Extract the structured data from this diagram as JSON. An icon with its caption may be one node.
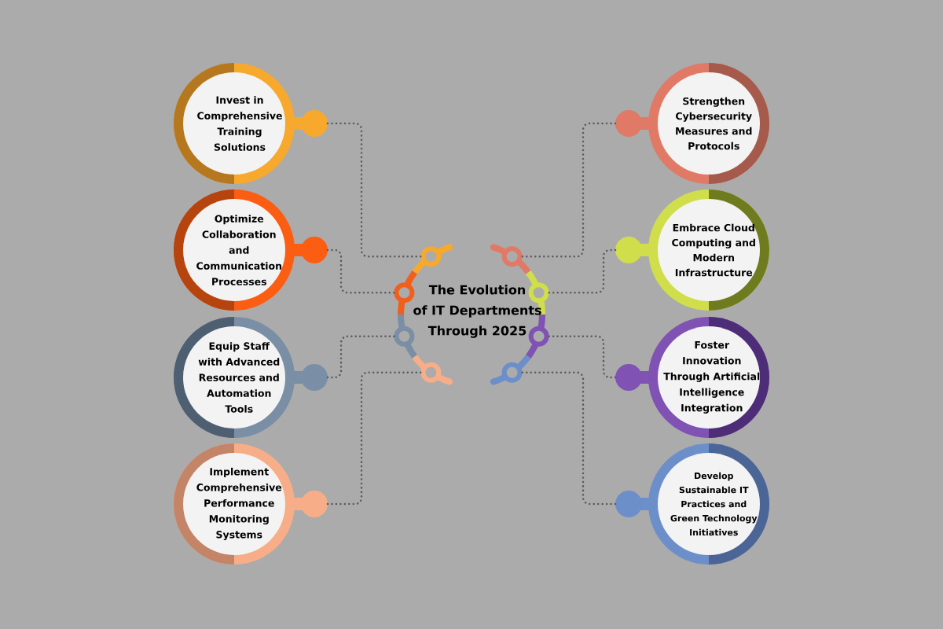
{
  "diagram": {
    "title": "The Evolution of IT Departments Through 2025",
    "nodes": [
      {
        "text": [
          "Invest in Comprehensive Training Solutions"
        ]
      },
      {
        "text": [
          "Optimize Collaboration and Communication Processes"
        ]
      },
      {
        "text": [
          "Equip Staff with Advanced Resources and Automation Tools"
        ]
      },
      {
        "text": [
          "Implement Comprehensive Performance Monitoring Systems"
        ]
      },
      {
        "text": [
          "Strengthen Cybersecurity Measures and Protocols"
        ]
      },
      {
        "text": [
          "Embrace Cloud Computing and Modern Infrastructure"
        ]
      },
      {
        "text": [
          "Foster Innovation Through Artificial Intelligence Integration"
        ]
      },
      {
        "text": [
          "Develop Sustainable IT Practices and Green Technology Initiatives"
        ]
      },
      {
        "text": [],
        "shape": "circle"
      },
      {
        "text": [],
        "shape": "circle"
      },
      {
        "text": [],
        "shape": "circle"
      },
      {
        "text": [],
        "shape": "circle"
      },
      {
        "text": [],
        "shape": "circle"
      },
      {
        "text": [],
        "shape": "circle"
      },
      {
        "text": [],
        "shape": "circle"
      },
      {
        "text": [],
        "shape": "circle"
      }
    ],
    "edges": [
      {
        "from": 0,
        "to": 8,
        "arrow": "none"
      },
      {
        "from": 1,
        "to": 9,
        "arrow": "none"
      },
      {
        "from": 2,
        "to": 10,
        "arrow": "none"
      },
      {
        "from": 3,
        "to": 11,
        "arrow": "none"
      },
      {
        "from": 4,
        "to": 12,
        "arrow": "none"
      },
      {
        "from": 5,
        "to": 13,
        "arrow": "none"
      },
      {
        "from": 6,
        "to": 14,
        "arrow": "none"
      },
      {
        "from": 7,
        "to": 15,
        "arrow": "none"
      }
    ]
  }
}
